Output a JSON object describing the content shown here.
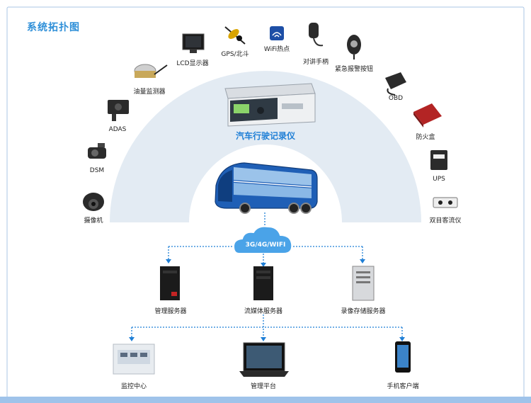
{
  "title": "系统拓扑图",
  "center": {
    "label": "汽车行驶记录仪"
  },
  "cloud": {
    "label": "3G/4G/WIFI"
  },
  "peripherals": {
    "camera": "摄像机",
    "dsm": "DSM",
    "adas": "ADAS",
    "fuel": "油量监测器",
    "lcd": "LCD显示器",
    "gps": "GPS/北斗",
    "wifi": "WiFi热点",
    "handset": "对讲手柄",
    "alarm": "紧急报警按钮",
    "obd": "OBD",
    "firebox": "防火盒",
    "ups": "UPS",
    "counter": "双目客流仪"
  },
  "servers": {
    "management": "管理服务器",
    "streaming": "流媒体服务器",
    "storage": "录像存储服务器"
  },
  "clients": {
    "monitor": "监控中心",
    "platform": "管理平台",
    "mobile": "手机客户端"
  },
  "colors": {
    "accent": "#2e8fd8",
    "arc": "#e3ebf3",
    "arrow": "#1f7fd6",
    "frame": "#a9c6e6"
  }
}
